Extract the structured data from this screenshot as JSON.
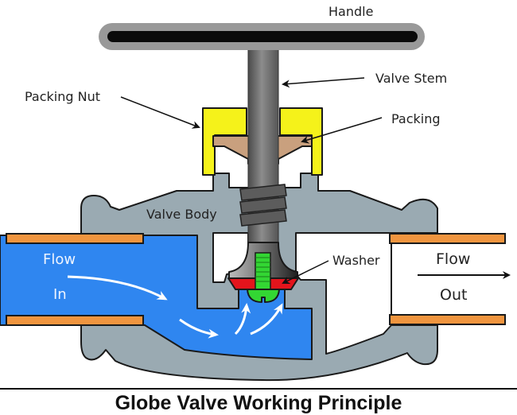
{
  "title": "Globe Valve Working Principle",
  "labels": {
    "handle": "Handle",
    "valve_stem": "Valve Stem",
    "packing_nut": "Packing Nut",
    "packing": "Packing",
    "valve_body": "Valve Body",
    "washer": "Washer",
    "flow_in_1": "Flow",
    "flow_in_2": "In",
    "flow_out_1": "Flow",
    "flow_out_2": "Out"
  },
  "colors": {
    "body": "#9aaab2",
    "fluid": "#2f86f0",
    "pipe": "#f0953f",
    "packing_nut": "#f5f21a",
    "packing": "#c9a07e",
    "washer": "#e3141c",
    "screw": "#33d633",
    "stem": "#6b6b6b",
    "handle_outer": "#999999",
    "handle_inner": "#0a0a0a"
  }
}
